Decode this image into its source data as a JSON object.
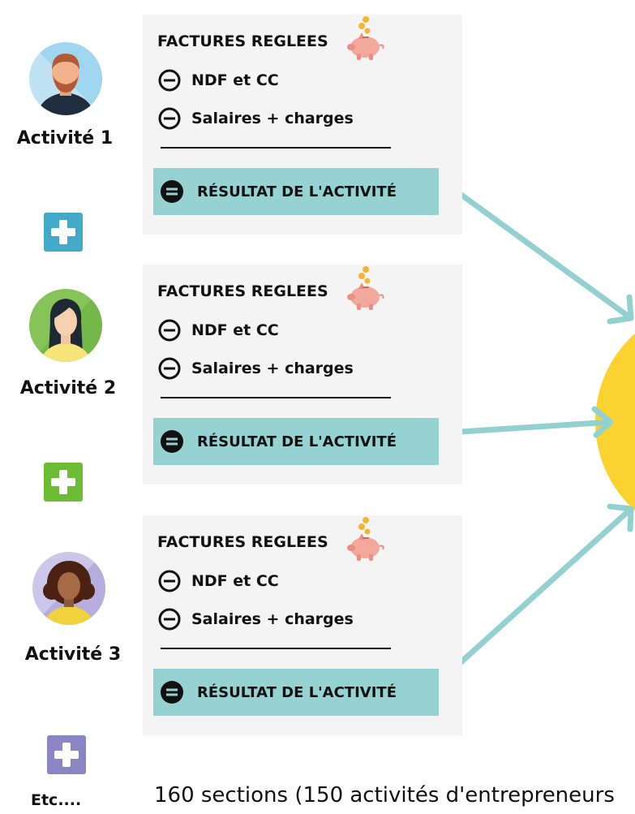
{
  "activities": [
    {
      "label": "Activité 1",
      "avatar": "bearded-man-avatar",
      "plus_color": "#44a9c6"
    },
    {
      "label": "Activité 2",
      "avatar": "dark-haired-woman-avatar",
      "plus_color": "#6cbd35"
    },
    {
      "label": "Activité 3",
      "avatar": "curly-haired-woman-avatar",
      "plus_color": "#8b86c3"
    }
  ],
  "card": {
    "title": "FACTURES REGLEES",
    "rows": [
      "NDF et CC",
      "Salaires + charges"
    ],
    "result": "RÉSULTAT DE L'ACTIVITÉ"
  },
  "etc_label": "Etc....",
  "footer_text": "160 sections (150 activités d'entrepreneurs",
  "colors": {
    "card_bg": "#f4f4f4",
    "result_bg": "#96d2d1",
    "arrow": "#93d1d0",
    "target_circle": "#fbd331"
  },
  "icons": [
    "minus-circle-icon",
    "equals-circle-icon",
    "piggy-bank-icon",
    "plus-square-icon"
  ]
}
